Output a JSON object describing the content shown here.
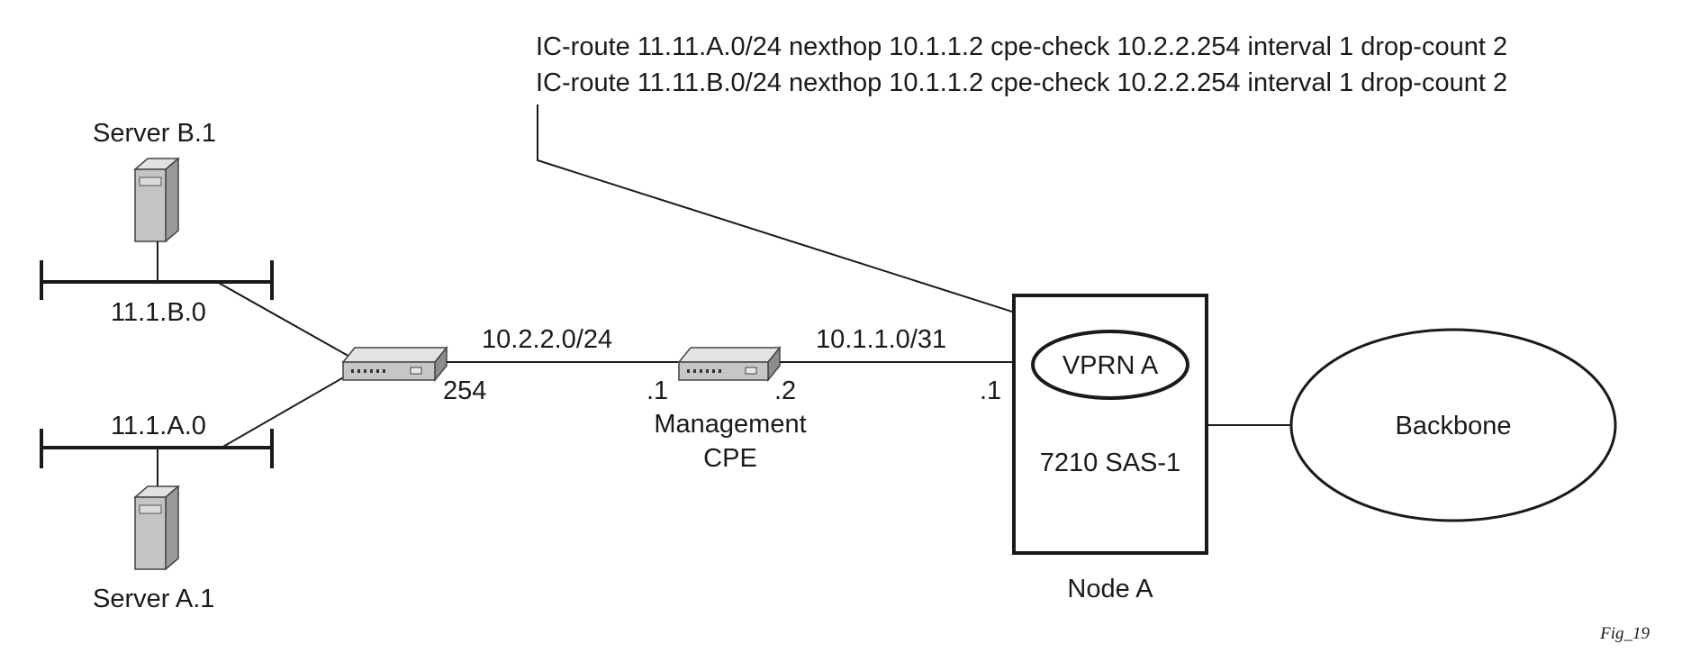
{
  "config_lines": [
    "IC-route 11.11.A.0/24 nexthop 10.1.1.2 cpe-check 10.2.2.254 interval 1 drop-count 2",
    "IC-route 11.11.B.0/24 nexthop 10.1.1.2 cpe-check 10.2.2.254 interval 1 drop-count 2"
  ],
  "servers": {
    "b": {
      "label": "Server B.1",
      "subnet": "11.1.B.0"
    },
    "a": {
      "label": "Server A.1",
      "subnet": "11.1.A.0"
    }
  },
  "links": {
    "cpe_subnet": "10.2.2.0/24",
    "node_subnet": "10.1.1.0/31"
  },
  "interfaces": {
    "router_254": "254",
    "cpe_left": ".1",
    "cpe_right": ".2",
    "node_left": ".1"
  },
  "cpe": {
    "line1": "Management",
    "line2": "CPE"
  },
  "node": {
    "vprn": "VPRN A",
    "model": "7210 SAS-1",
    "name": "Node A"
  },
  "backbone": "Backbone",
  "figure_label": "Fig_19"
}
